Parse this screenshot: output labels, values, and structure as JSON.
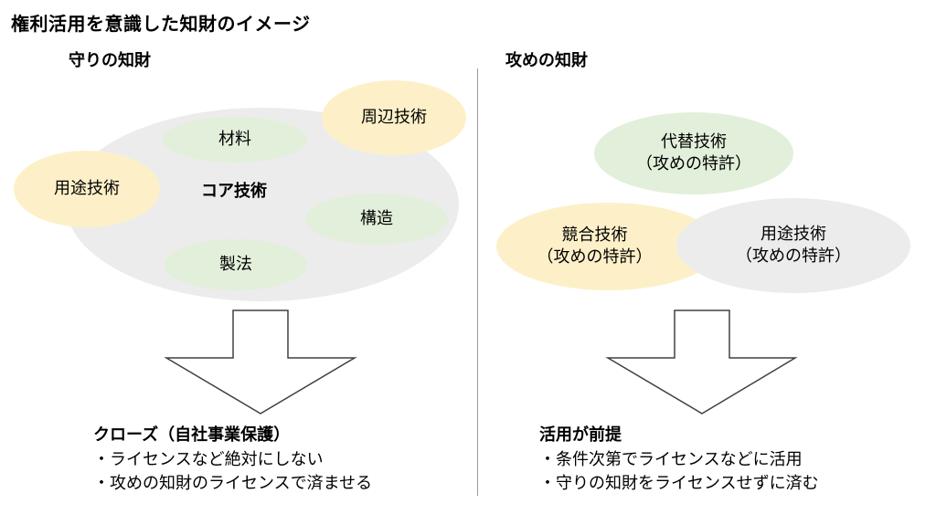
{
  "title": "権利活用を意識した知財のイメージ",
  "defensive": {
    "heading": "守りの知財",
    "core_label": "コア技術",
    "items": {
      "materials": "材料",
      "peripheral": "周辺技術",
      "application": "用途技術",
      "structure": "構造",
      "manufacturing": "製法"
    },
    "conclusion": {
      "heading": "クローズ（自社事業保護）",
      "bullets": [
        "・ライセンスなど絶対にしない",
        "・攻めの知財のライセンスで済ませる"
      ]
    }
  },
  "offensive": {
    "heading": "攻めの知財",
    "items": {
      "substitute": {
        "line1": "代替技術",
        "line2": "（攻めの特許）"
      },
      "competing": {
        "line1": "競合技術",
        "line2": "（攻めの特許）"
      },
      "application": {
        "line1": "用途技術",
        "line2": "（攻めの特許）"
      }
    },
    "conclusion": {
      "heading": "活用が前提",
      "bullets": [
        "・条件次第でライセンスなどに活用",
        "・守りの知財をライセンスせずに済む"
      ]
    }
  },
  "colors": {
    "green": "#e2efda",
    "yellow": "#fdf0c8",
    "gray": "#ececec",
    "arrow_stroke": "#404040"
  }
}
